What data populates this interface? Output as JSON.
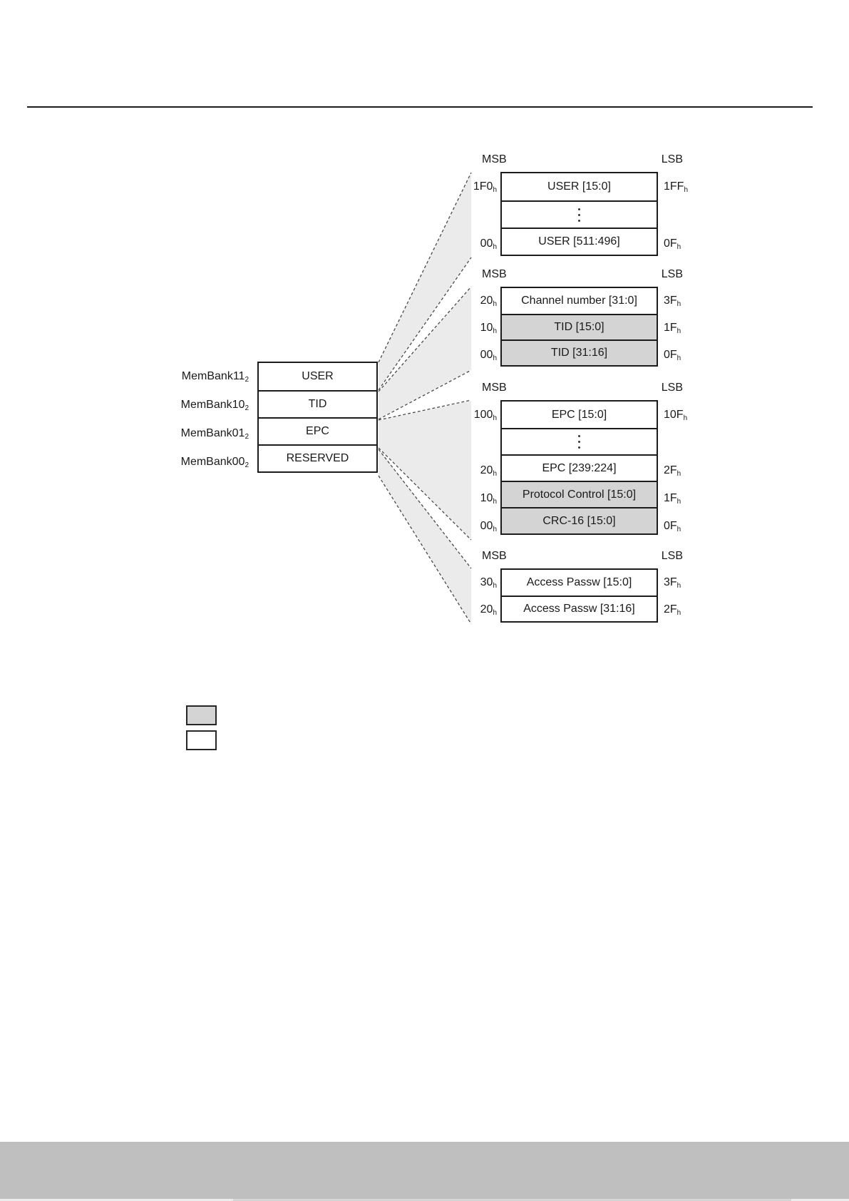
{
  "figure": {
    "bank_subscript": "2",
    "hex_subscript": "h",
    "bank_table": {
      "rows": [
        {
          "bank": "MemBank11",
          "target": "USER"
        },
        {
          "bank": "MemBank10",
          "target": "TID"
        },
        {
          "bank": "MemBank01",
          "target": "EPC"
        },
        {
          "bank": "MemBank00",
          "target": "RESERVED"
        }
      ]
    },
    "memory_maps": [
      {
        "name": "user-bank",
        "msb": "MSB",
        "lsb": "LSB",
        "rows": [
          {
            "left": "1F0",
            "content": "USER [15:0]",
            "right": "1FF",
            "shaded": false
          },
          {
            "dots": true
          },
          {
            "left": "00",
            "content": "USER [511:496]",
            "right": "0F",
            "shaded": false
          }
        ]
      },
      {
        "name": "tid-bank",
        "msb": "MSB",
        "lsb": "LSB",
        "rows": [
          {
            "left": "20",
            "content": "Channel number [31:0]",
            "right": "3F",
            "shaded": false
          },
          {
            "left": "10",
            "content": "TID [15:0]",
            "right": "1F",
            "shaded": true
          },
          {
            "left": "00",
            "content": "TID [31:16]",
            "right": "0F",
            "shaded": true
          }
        ]
      },
      {
        "name": "epc-bank",
        "msb": "MSB",
        "lsb": "LSB",
        "rows": [
          {
            "left": "100",
            "content": "EPC [15:0]",
            "right": "10F",
            "shaded": false
          },
          {
            "dots": true
          },
          {
            "left": "20",
            "content": "EPC [239:224]",
            "right": "2F",
            "shaded": false
          },
          {
            "left": "10",
            "content": "Protocol Control [15:0]",
            "right": "1F",
            "shaded": true
          },
          {
            "left": "00",
            "content": "CRC-16 [15:0]",
            "right": "0F",
            "shaded": true
          }
        ]
      },
      {
        "name": "reserved-bank",
        "msb": "MSB",
        "lsb": "LSB",
        "rows": [
          {
            "left": "30",
            "content": "Access Passw [15:0]",
            "right": "3F",
            "shaded": false
          },
          {
            "left": "20",
            "content": "Access Passw [31:16]",
            "right": "2F",
            "shaded": false
          }
        ]
      }
    ],
    "legend": {
      "swatches": [
        {
          "name": "shaded-swatch",
          "fill": "#d4d4d4"
        },
        {
          "name": "unshaded-swatch",
          "fill": "#ffffff"
        }
      ]
    }
  },
  "colors": {
    "shaded_cell": "#d4d4d4",
    "fan_wedge": "#ebebeb",
    "border": "#1c1c1c",
    "footer_bar": "#bfbfbf",
    "text": "#1a1a1a"
  }
}
